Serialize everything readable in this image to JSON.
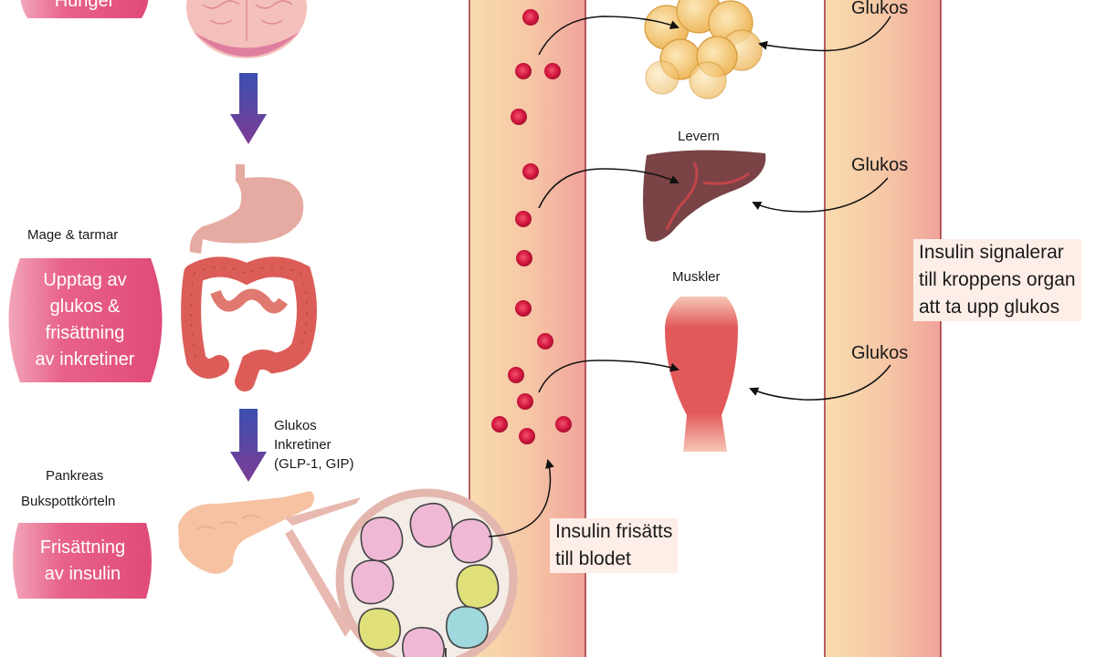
{
  "pills": {
    "hunger": "Hunger",
    "upptag": [
      "Upptag av",
      "glukos &",
      "frisättning",
      "av inkretiner"
    ],
    "insulin": [
      "Frisättning",
      "av insulin"
    ]
  },
  "labels": {
    "mage_tarmar": "Mage & tarmar",
    "glukos_inkretiner": [
      "Glukos",
      "Inkretiner",
      "(GLP-1, GIP)"
    ],
    "pankreas": "Pankreas",
    "bukspottkorteln": "Bukspottkörteln",
    "levern": "Levern",
    "muskler": "Muskler",
    "glukos": [
      "Glukos",
      "Glukos",
      "Glukos"
    ],
    "insulin_frisatts": [
      "Insulin frisätts",
      "till blodet"
    ],
    "insulin_signalerar": [
      "Insulin signalerar",
      "till kroppens organ",
      "att ta upp glukos"
    ]
  },
  "colors": {
    "pill": "#e64f7c",
    "vessel_edge": "#f6d2a6",
    "vessel_center": "#f2a79d",
    "insulin_dot": "#d5173f",
    "arrow_top": "#3a4aa8",
    "arrow_bottom": "#7b3f9a",
    "liver": "#7a4346",
    "muscle": "#dc4d4f",
    "fat": "#f1c879",
    "stomach": "#e6a9a0",
    "intestine": "#de5e5a",
    "pancreas": "#f7c4a5"
  },
  "icons": [
    "brain-icon",
    "stomach-icon",
    "intestine-icon",
    "pancreas-icon",
    "islet-icon",
    "fat-cells-icon",
    "liver-icon",
    "muscle-icon"
  ]
}
